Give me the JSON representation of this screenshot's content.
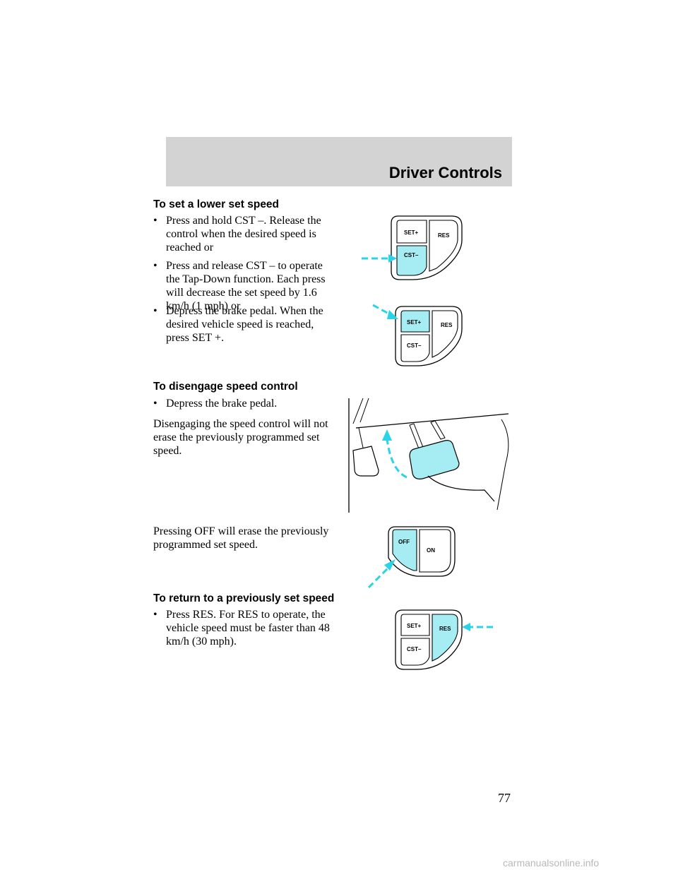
{
  "header": {
    "section_title": "Driver Controls"
  },
  "sections": {
    "lower_speed": {
      "heading": "To set a lower set speed",
      "bullets": [
        "Press and hold CST –. Release the control when the desired speed is reached or",
        "Press and release CST – to operate the Tap-Down function. Each press will decrease the set speed by 1.6 km/h (1 mph) or",
        "Depress the brake pedal. When the desired vehicle speed is reached, press SET +."
      ]
    },
    "disengage": {
      "heading": "To disengage speed control",
      "bullets": [
        "Depress the brake pedal."
      ],
      "paragraphs": [
        "Disengaging the speed control will not erase the previously programmed set speed.",
        "Pressing OFF will erase the previously programmed set speed."
      ]
    },
    "return": {
      "heading": "To return to a previously set speed",
      "bullets": [
        "Press RES. For RES to operate, the vehicle speed must be faster than 48 km/h (30 mph)."
      ]
    }
  },
  "bullet_char": "•",
  "labels": {
    "set_plus": "SET+",
    "cst_minus": "CST–",
    "res": "RES",
    "off": "OFF",
    "on": "ON"
  },
  "colors": {
    "highlight": "#a6ecf3",
    "arrow": "#2ad4e6",
    "band": "#d3d3d3"
  },
  "footer": {
    "page_number": "77",
    "watermark": "carmanualsonline.info"
  }
}
